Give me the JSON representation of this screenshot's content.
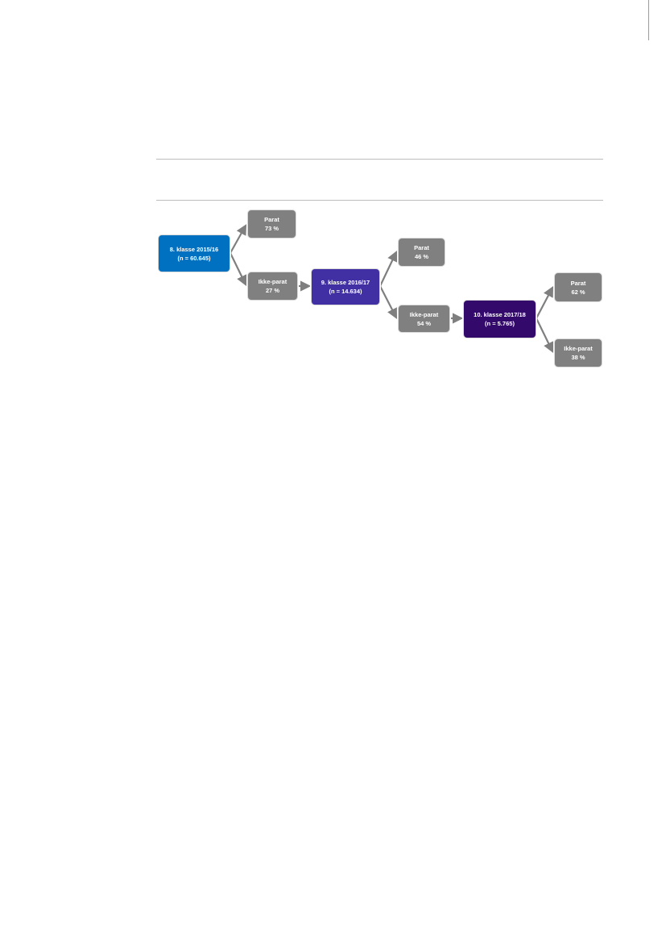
{
  "colors": {
    "grade8": "#0070c0",
    "grade9": "#4030a4",
    "grade10": "#33096c",
    "outcome": "#808080"
  },
  "nodes": {
    "g8": {
      "title": "8. klasse 2015/16",
      "n": "(n = 60.645)"
    },
    "g8_parat": {
      "label": "Parat",
      "pct": "73 %"
    },
    "g8_ikke": {
      "label": "Ikke-parat",
      "pct": "27 %"
    },
    "g9": {
      "title": "9. klasse 2016/17",
      "n": "(n = 14.634)"
    },
    "g9_parat": {
      "label": "Parat",
      "pct": "46 %"
    },
    "g9_ikke": {
      "label": "Ikke-parat",
      "pct": "54 %"
    },
    "g10": {
      "title": "10. klasse 2017/18",
      "n": "(n = 5.765)"
    },
    "g10_parat": {
      "label": "Parat",
      "pct": "62 %"
    },
    "g10_ikke": {
      "label": "Ikke-parat",
      "pct": "38 %"
    }
  }
}
